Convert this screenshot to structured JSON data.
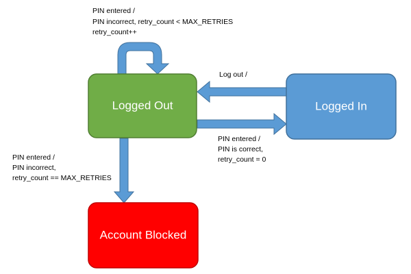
{
  "states": {
    "logged_out": {
      "label": "Logged Out",
      "color": "#70ad47"
    },
    "logged_in": {
      "label": "Logged In",
      "color": "#5b9bd5"
    },
    "account_blocked": {
      "label": "Account Blocked",
      "color": "#ff0000"
    }
  },
  "arrow_color": "#5b9bd5",
  "transitions": {
    "self_loop": {
      "lines": [
        "PIN entered /",
        "PIN incorrect, retry_count < MAX_RETRIES",
        "retry_count++"
      ]
    },
    "logout": {
      "lines": [
        "Log out /"
      ]
    },
    "login": {
      "lines": [
        "PIN entered /",
        "PIN is correct,",
        "retry_count = 0"
      ]
    },
    "blocked": {
      "lines": [
        "PIN entered  /",
        "PIN incorrect,",
        "retry_count == MAX_RETRIES"
      ]
    }
  }
}
